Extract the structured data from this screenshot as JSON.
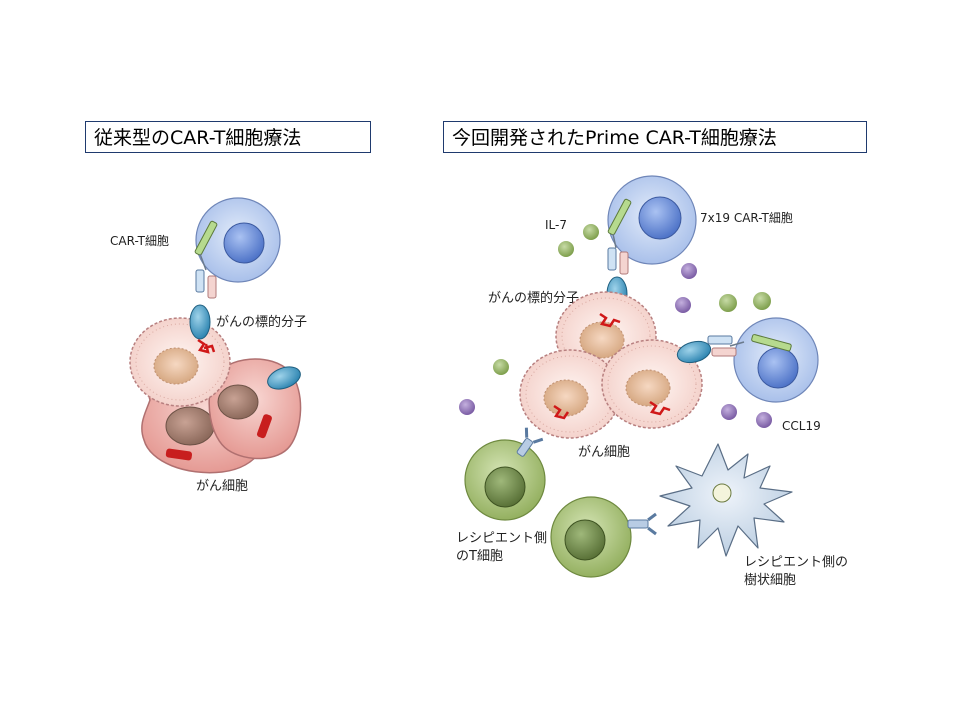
{
  "titles": {
    "left": "従来型のCAR-T細胞療法",
    "right": "今回開発されたPrime CAR-T細胞療法"
  },
  "left_panel": {
    "cart_label": "CAR-T細胞",
    "target_label": "がんの標的分子",
    "cancer_label": "がん細胞"
  },
  "right_panel": {
    "il7_label": "IL-7",
    "cart_label": "7x19 CAR-T細胞",
    "target_label": "がんの標的分子",
    "ccl19_label": "CCL19",
    "cancer_label": "がん細胞",
    "recipient_t_label_line1": "レシピエント側",
    "recipient_t_label_line2": "のT細胞",
    "recipient_dc_label_line1": "レシピエント側の",
    "recipient_dc_label_line2": "樹状細胞"
  },
  "colors": {
    "cart_cell": "#bcd0f0",
    "cart_nucleus": "#6f8fd8",
    "target_molecule": "#4a9fc4",
    "cancer_cell": "#f0b5b0",
    "cancer_nucleus": "#a07a6a",
    "il7": "#8bb05a",
    "ccl19": "#8a6ab0",
    "recipient_t": "#a8c078",
    "dendritic": "#c8d8e8"
  }
}
